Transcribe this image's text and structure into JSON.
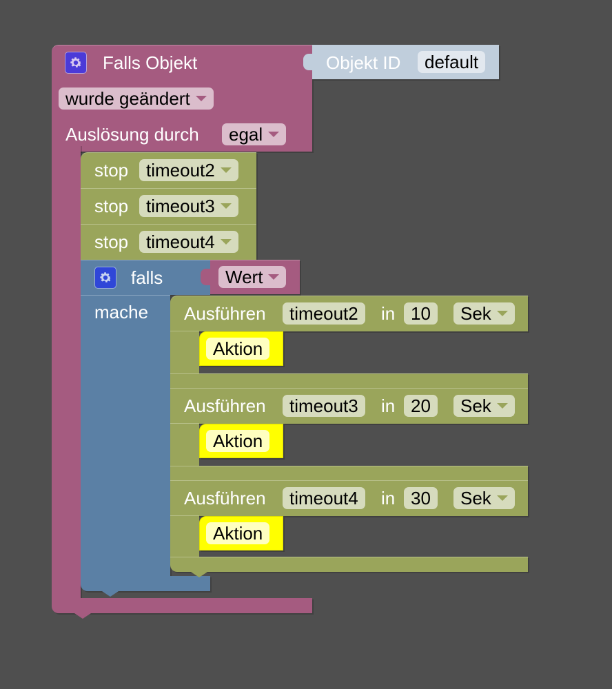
{
  "event_block": {
    "title": "Falls Objekt",
    "object_id_label": "Objekt ID",
    "object_id_value": "default",
    "event_type": "wurde geändert",
    "trigger_label": "Auslösung durch",
    "trigger_value": "egal",
    "colors": {
      "event": "#a55b80",
      "object_id": "#c0cedc"
    }
  },
  "stop_blocks": [
    {
      "label": "stop",
      "timeout": "timeout2"
    },
    {
      "label": "stop",
      "timeout": "timeout3"
    },
    {
      "label": "stop",
      "timeout": "timeout4"
    }
  ],
  "if_block": {
    "label": "falls",
    "do_label": "mache",
    "condition": "Wert",
    "color": "#5b80a5"
  },
  "timeout_blocks": [
    {
      "label": "Ausführen",
      "timeout": "timeout2",
      "in_label": "in",
      "delay": "10",
      "unit": "Sek",
      "action": "Aktion"
    },
    {
      "label": "Ausführen",
      "timeout": "timeout3",
      "in_label": "in",
      "delay": "20",
      "unit": "Sek",
      "action": "Aktion"
    },
    {
      "label": "Ausführen",
      "timeout": "timeout4",
      "in_label": "in",
      "delay": "30",
      "unit": "Sek",
      "action": "Aktion"
    }
  ],
  "colors": {
    "workspace": "#4f4f4f",
    "timer": "#9aa55b",
    "action": "#ffff00"
  }
}
